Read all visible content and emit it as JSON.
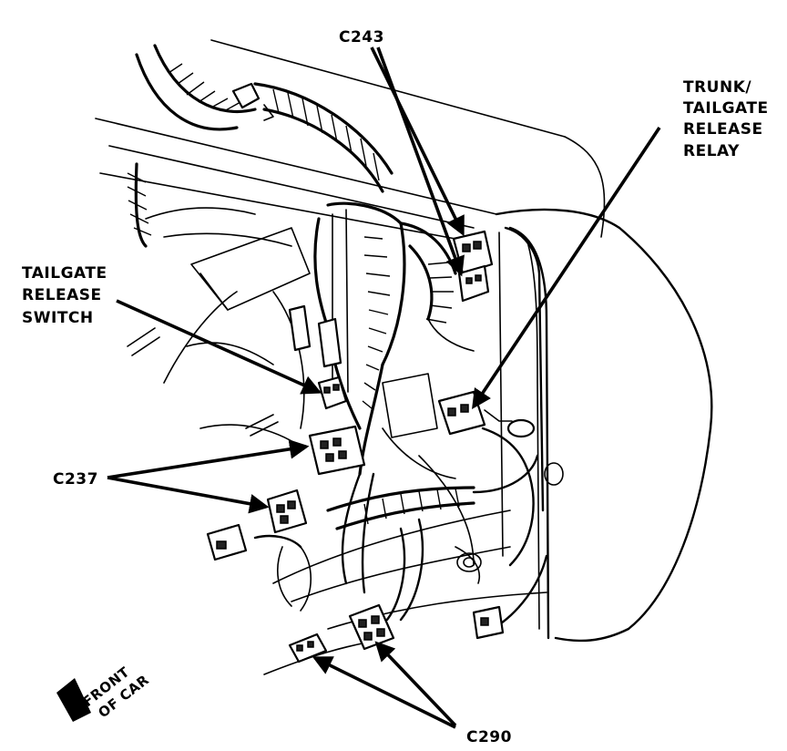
{
  "labels": {
    "c243": "C243",
    "trunk_relay": [
      "TRUNK/",
      "TAILGATE",
      "RELEASE",
      "RELAY"
    ],
    "tailgate_switch": [
      "TAILGATE",
      "RELEASE",
      "SWITCH"
    ],
    "c237": "C237",
    "c290": "C290",
    "front_of_car": [
      "FRONT",
      "OF CAR"
    ]
  },
  "colors": {
    "ink": "#000000",
    "paper": "#ffffff"
  },
  "icons": {
    "direction": "arrow-left-front-icon"
  }
}
